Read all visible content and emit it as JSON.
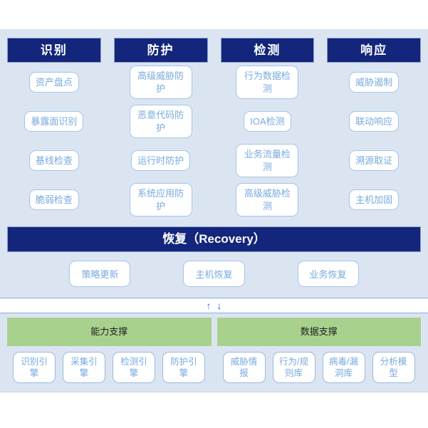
{
  "colors": {
    "navy_header": "#13267c",
    "panel_background": "#dbe5f2",
    "box_border": "#a5c5e6",
    "box_text": "#77aadd",
    "support_green": "#a9d18e",
    "arrow_blue": "#3b68c4"
  },
  "columns": [
    {
      "header": "识别",
      "items": [
        "资产盘点",
        "暴露面识别",
        "基线检查",
        "脆弱检查"
      ]
    },
    {
      "header": "防护",
      "items": [
        "高级威胁防护",
        "恶意代码防护",
        "运行时防护",
        "系统应用防护"
      ]
    },
    {
      "header": "检测",
      "items": [
        "行为数据检测",
        "IOA检测",
        "业务流量检测",
        "高级威胁检测"
      ]
    },
    {
      "header": "响应",
      "items": [
        "威胁遏制",
        "联动响应",
        "溯源取证",
        "主机加固"
      ]
    }
  ],
  "recovery": {
    "title": "恢复（Recovery）",
    "items": [
      "策略更新",
      "主机恢复",
      "业务恢复"
    ]
  },
  "connector": {
    "up_arrow": "↑",
    "down_arrow": "↓"
  },
  "support": [
    {
      "header": "能力支撑",
      "items": [
        "识别引擎",
        "采集引擎",
        "检测引擎",
        "防护引擎"
      ]
    },
    {
      "header": "数据支撑",
      "items": [
        "威胁情报",
        "行为/规则库",
        "病毒/漏洞库",
        "分析模型"
      ]
    }
  ]
}
